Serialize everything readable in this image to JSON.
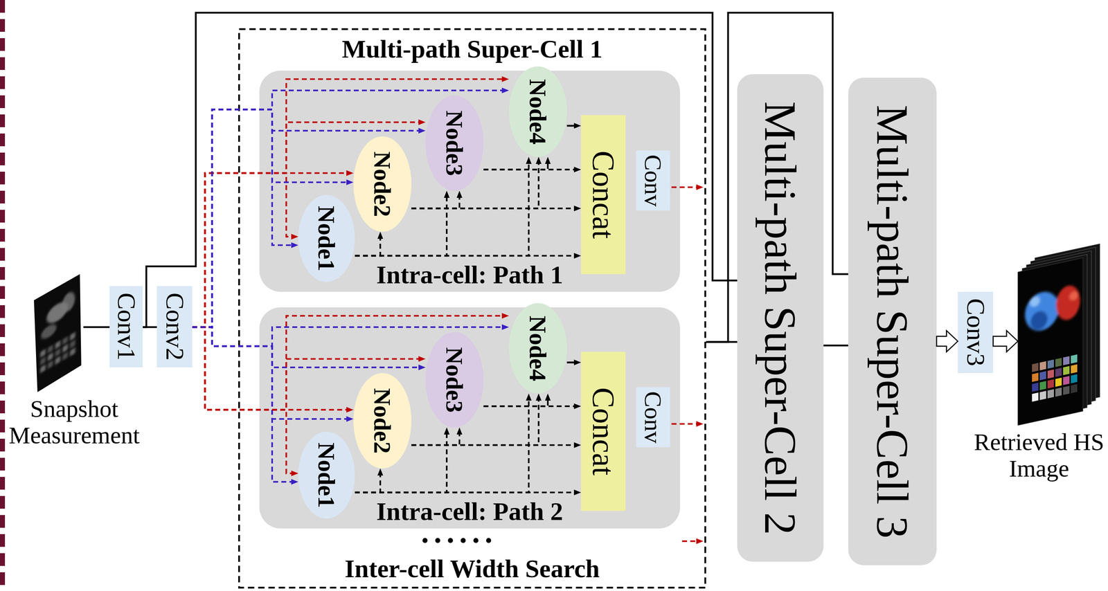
{
  "diagram": {
    "nodes": [
      {
        "text": [
          "Snapshot Measurement"
        ]
      },
      {
        "text": [
          "Conv1"
        ]
      },
      {
        "text": [
          "Conv2"
        ]
      },
      {
        "text": [
          "Multi-path Super-Cell 1",
          "Inter-cell Width Search"
        ]
      },
      {
        "text": [
          "Intra-cell: Path 1"
        ],
        "in": 3
      },
      {
        "text": [
          "Node1"
        ],
        "in": 4
      },
      {
        "text": [
          "Node2"
        ],
        "in": 4
      },
      {
        "text": [
          "Node3"
        ],
        "in": 4
      },
      {
        "text": [
          "Node4"
        ],
        "in": 4
      },
      {
        "text": [
          "Concat"
        ],
        "in": 4
      },
      {
        "text": [
          "Conv"
        ],
        "in": 4
      },
      {
        "text": [
          "Intra-cell: Path 2"
        ],
        "in": 3
      },
      {
        "text": [
          "Node1"
        ],
        "in": 11
      },
      {
        "text": [
          "Node2"
        ],
        "in": 11
      },
      {
        "text": [
          "Node3"
        ],
        "in": 11
      },
      {
        "text": [
          "Node4"
        ],
        "in": 11
      },
      {
        "text": [
          "Concat"
        ],
        "in": 11
      },
      {
        "text": [
          "Conv"
        ],
        "in": 11
      },
      {
        "text": [
          "Multi-path Super-Cell 2"
        ]
      },
      {
        "text": [
          "Multi-path Super-Cell 3"
        ]
      },
      {
        "text": [
          "Conv3"
        ]
      },
      {
        "text": [
          "Retrieved HS Image"
        ]
      }
    ],
    "edges": [
      {
        "from": 0,
        "to": 1,
        "arrow": "none"
      },
      {
        "from": 1,
        "to": 2,
        "arrow": "none"
      },
      {
        "from": 1,
        "to": 18,
        "arrow": "none"
      },
      {
        "from": 2,
        "to": 5,
        "arrow": "to"
      },
      {
        "from": 2,
        "to": 5,
        "arrow": "to"
      },
      {
        "from": 2,
        "to": 6,
        "arrow": "to"
      },
      {
        "from": 2,
        "to": 6,
        "arrow": "to"
      },
      {
        "from": 2,
        "to": 7,
        "arrow": "to"
      },
      {
        "from": 2,
        "to": 7,
        "arrow": "to"
      },
      {
        "from": 2,
        "to": 8,
        "arrow": "to"
      },
      {
        "from": 2,
        "to": 8,
        "arrow": "to"
      },
      {
        "from": 2,
        "to": 12,
        "arrow": "to"
      },
      {
        "from": 2,
        "to": 12,
        "arrow": "to"
      },
      {
        "from": 2,
        "to": 13,
        "arrow": "to"
      },
      {
        "from": 2,
        "to": 13,
        "arrow": "to"
      },
      {
        "from": 2,
        "to": 14,
        "arrow": "to"
      },
      {
        "from": 2,
        "to": 14,
        "arrow": "to"
      },
      {
        "from": 2,
        "to": 15,
        "arrow": "to"
      },
      {
        "from": 2,
        "to": 15,
        "arrow": "to"
      },
      {
        "from": 5,
        "to": 6,
        "arrow": "to"
      },
      {
        "from": 5,
        "to": 7,
        "arrow": "to"
      },
      {
        "from": 5,
        "to": 8,
        "arrow": "to"
      },
      {
        "from": 5,
        "to": 9,
        "arrow": "to"
      },
      {
        "from": 6,
        "to": 7,
        "arrow": "to"
      },
      {
        "from": 6,
        "to": 8,
        "arrow": "to"
      },
      {
        "from": 6,
        "to": 9,
        "arrow": "to"
      },
      {
        "from": 7,
        "to": 8,
        "arrow": "to"
      },
      {
        "from": 7,
        "to": 9,
        "arrow": "to"
      },
      {
        "from": 8,
        "to": 9,
        "arrow": "to"
      },
      {
        "from": 12,
        "to": 13,
        "arrow": "to"
      },
      {
        "from": 12,
        "to": 14,
        "arrow": "to"
      },
      {
        "from": 12,
        "to": 15,
        "arrow": "to"
      },
      {
        "from": 12,
        "to": 16,
        "arrow": "to"
      },
      {
        "from": 13,
        "to": 14,
        "arrow": "to"
      },
      {
        "from": 13,
        "to": 15,
        "arrow": "to"
      },
      {
        "from": 13,
        "to": 16,
        "arrow": "to"
      },
      {
        "from": 14,
        "to": 15,
        "arrow": "to"
      },
      {
        "from": 14,
        "to": 16,
        "arrow": "to"
      },
      {
        "from": 15,
        "to": 16,
        "arrow": "to"
      },
      {
        "from": 3,
        "to": 18,
        "arrow": "none"
      },
      {
        "from": 3,
        "to": 19,
        "arrow": "none"
      },
      {
        "from": 18,
        "to": 19,
        "arrow": "none"
      },
      {
        "from": 19,
        "to": 20,
        "arrow": "to"
      },
      {
        "from": 20,
        "to": 21,
        "arrow": "to"
      }
    ],
    "labels": [
      "••••••"
    ]
  }
}
